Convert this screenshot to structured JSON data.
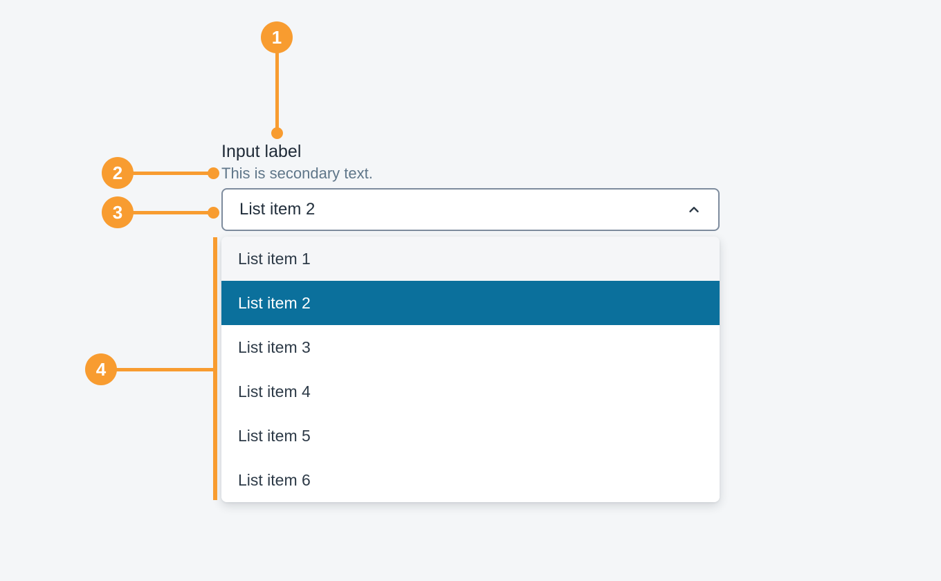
{
  "colors": {
    "page_background": "#f4f6f8",
    "annotation_accent": "#f89c30",
    "selected_item_background": "#0b709c",
    "selected_item_text": "#ffffff",
    "trigger_border": "#7d8b9d",
    "panel_background": "#ffffff",
    "label_text": "#1f2a37",
    "secondary_text": "#5f7689",
    "item_text": "#2d3a47"
  },
  "callouts": [
    {
      "number": "1",
      "target": "input-label"
    },
    {
      "number": "2",
      "target": "secondary-text"
    },
    {
      "number": "3",
      "target": "select-trigger"
    },
    {
      "number": "4",
      "target": "dropdown-list"
    }
  ],
  "select_field": {
    "label": "Input label",
    "description": "This is secondary text.",
    "trigger_value": "List item 2",
    "chevron_icon": "chevron-up",
    "dropdown_items": [
      {
        "label": "List item 1",
        "state": "subtle"
      },
      {
        "label": "List item 2",
        "state": "selected"
      },
      {
        "label": "List item 3",
        "state": "default"
      },
      {
        "label": "List item 4",
        "state": "default"
      },
      {
        "label": "List item 5",
        "state": "default"
      },
      {
        "label": "List item 6",
        "state": "default"
      }
    ]
  }
}
